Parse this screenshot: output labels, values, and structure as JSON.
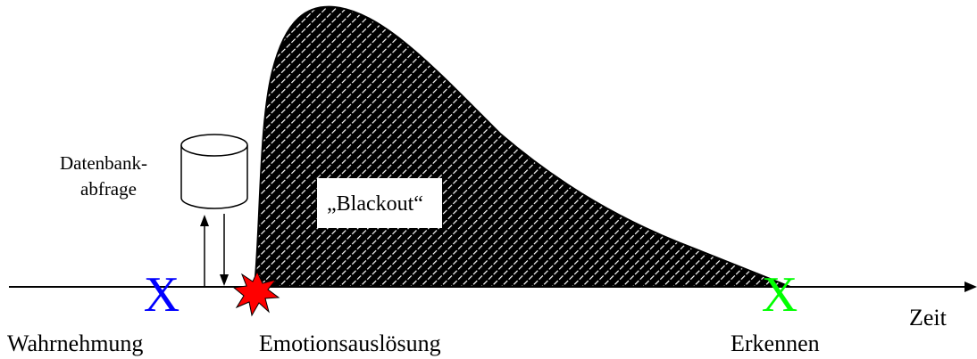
{
  "labels": {
    "axis": "Zeit",
    "perception": "Wahrnehmung",
    "emotion_trigger": "Emotionsauslösung",
    "recognition": "Erkennen",
    "database_line1": "Datenbank-",
    "database_line2": "abfrage",
    "blackout": "„Blackout“"
  },
  "markers": {
    "perception_symbol": "X",
    "recognition_symbol": "X"
  },
  "colors": {
    "perception_marker": "#0000ff",
    "recognition_marker": "#00ff00",
    "burst_fill": "#ff0000",
    "curve_fill": "#000000",
    "hatch_stripe": "#ffffff"
  },
  "icons": {
    "database": "cylinder-icon",
    "emotion_trigger": "burst-icon"
  }
}
